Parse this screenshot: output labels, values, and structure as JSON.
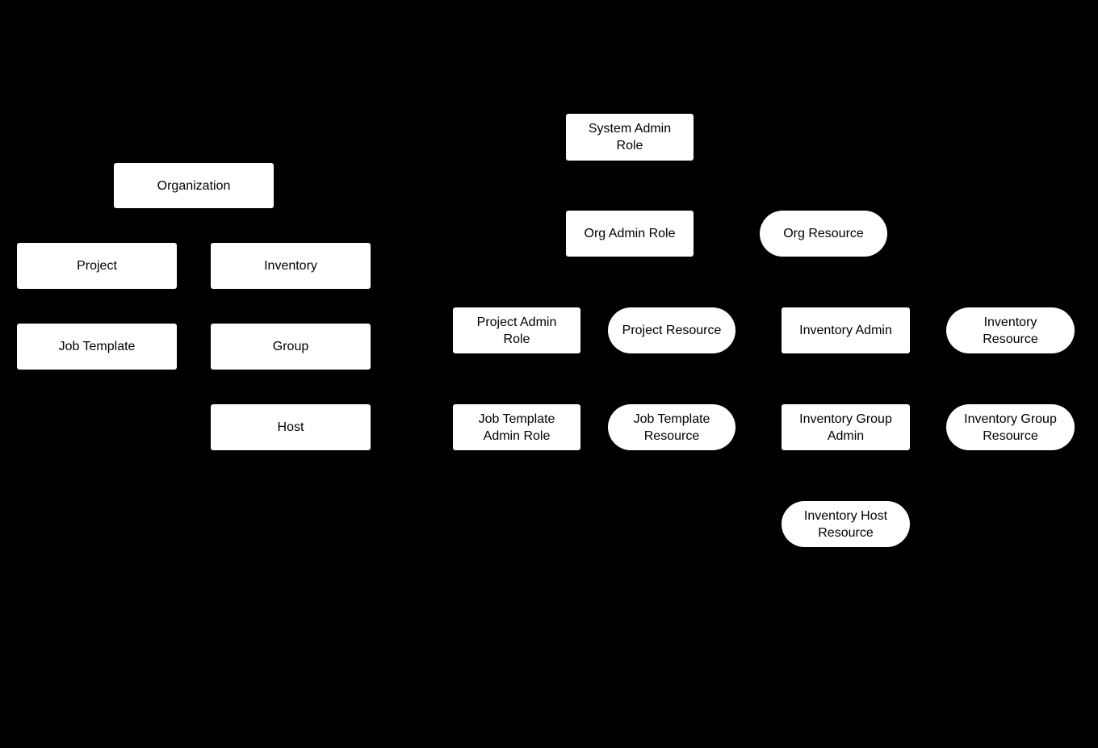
{
  "diagram": {
    "background_color": "#000000",
    "node_fill_color": "#ffffff",
    "node_text_color": "#000000"
  },
  "nodes": {
    "organization": {
      "label": "Organization",
      "shape": "rectangle"
    },
    "project": {
      "label": "Project",
      "shape": "rectangle"
    },
    "inventory": {
      "label": "Inventory",
      "shape": "rectangle"
    },
    "job_template": {
      "label": "Job Template",
      "shape": "rectangle"
    },
    "group": {
      "label": "Group",
      "shape": "rectangle"
    },
    "host": {
      "label": "Host",
      "shape": "rectangle"
    },
    "system_admin_role": {
      "label": "System Admin\nRole",
      "shape": "rectangle"
    },
    "org_admin_role": {
      "label": "Org Admin Role",
      "shape": "rectangle"
    },
    "org_resource": {
      "label": "Org Resource",
      "shape": "stadium"
    },
    "project_admin_role": {
      "label": "Project Admin\nRole",
      "shape": "rectangle"
    },
    "project_resource": {
      "label": "Project Resource",
      "shape": "stadium"
    },
    "inventory_admin": {
      "label": "Inventory Admin",
      "shape": "rectangle"
    },
    "inventory_resource": {
      "label": "Inventory\nResource",
      "shape": "stadium"
    },
    "job_template_admin_role": {
      "label": "Job Template\nAdmin Role",
      "shape": "rectangle"
    },
    "job_template_resource": {
      "label": "Job Template\nResource",
      "shape": "stadium"
    },
    "inventory_group_admin": {
      "label": "Inventory Group\nAdmin",
      "shape": "rectangle"
    },
    "inventory_group_resource": {
      "label": "Inventory Group\nResource",
      "shape": "stadium"
    },
    "inventory_host_resource": {
      "label": "Inventory Host\nResource",
      "shape": "stadium"
    }
  }
}
